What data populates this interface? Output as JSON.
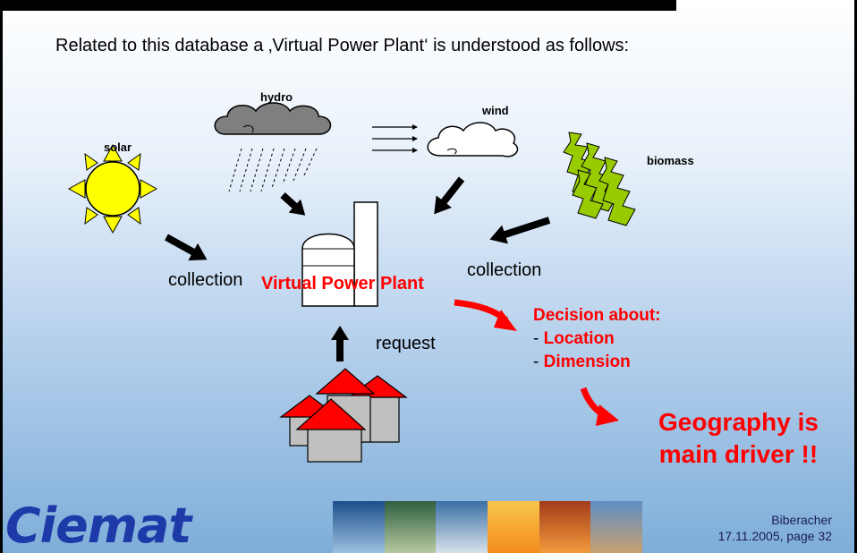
{
  "intro": "Related to this database a ‚Virtual Power Plant‘ is understood as follows:",
  "sources": {
    "hydro": "hydro",
    "wind": "wind",
    "solar": "solar",
    "biomass": "biomass"
  },
  "collection_left": "collection",
  "collection_right": "collection",
  "plant_label": "Virtual Power Plant",
  "request": "request",
  "decision": {
    "title": "Decision about:",
    "items": [
      "Location",
      "Dimension"
    ]
  },
  "conclusion": [
    "Geography is",
    "main driver !!"
  ],
  "footer": {
    "logo": "Ciemat",
    "author": "Biberacher",
    "date_page": "17.11.2005, page 32"
  },
  "colors": {
    "accent": "#ff0000",
    "logo": "#1e3aa8",
    "sun": "#ffff00",
    "biomass": "#99cc00"
  }
}
